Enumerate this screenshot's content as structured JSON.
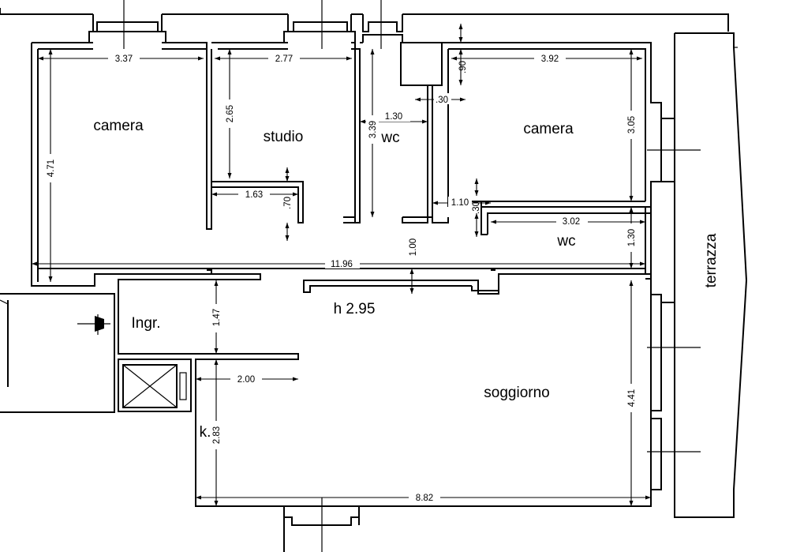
{
  "rooms": {
    "camera_left": "camera",
    "studio": "studio",
    "wc_top": "wc",
    "camera_right": "camera",
    "wc_right": "wc",
    "ingresso": "Ingr.",
    "soggiorno": "soggiorno",
    "kitchen": "k.",
    "terrazza": "terrazza"
  },
  "ceiling_height": "h 2.95",
  "dimensions": {
    "camera_left_width": "3.37",
    "camera_left_depth": "4.71",
    "studio_width": "2.77",
    "studio_depth": "2.65",
    "studio_closet": "1.63",
    "studio_closet_depth": ".70",
    "wc_width": "1.30",
    "wc_depth": "3.39",
    "shaft": ".90",
    "wall_thk": ".30",
    "camera_right_width": "3.92",
    "camera_right_depth": "3.05",
    "passage": "1.10",
    "wall_thk2": ".30",
    "wc_right_width": "3.02",
    "wc_right_depth": "1.30",
    "corridor_width": "1.00",
    "overall_length": "11.96",
    "ingresso_depth": "1.47",
    "kitchen_width": "2.00",
    "kitchen_depth": "2.83",
    "soggiorno_depth": "4.41",
    "soggiorno_width": "8.82"
  }
}
